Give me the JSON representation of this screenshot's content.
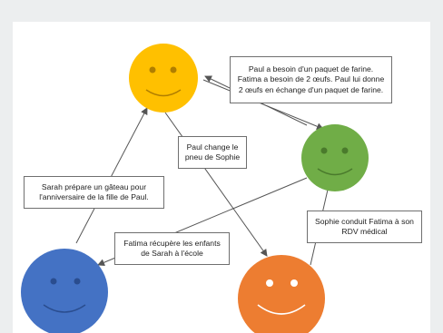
{
  "colors": {
    "background": "#eceeef",
    "canvas": "#ffffff",
    "sarah_face": "#4472c4",
    "paul_face": "#ffc000",
    "fatima_face": "#70ad47",
    "sophie_face": "#ed7d31",
    "arrow": "#555555",
    "box_border": "#6f6f6f"
  },
  "icons": {
    "blue": "smiley-face-icon",
    "yellow": "smiley-face-icon",
    "green": "smiley-face-icon",
    "orange": "smiley-face-icon"
  },
  "labels": {
    "sarah_paul": {
      "lines": [
        "Sarah prépare un gâteau pour",
        "l'anniversaire de la fille de Paul."
      ]
    },
    "paul_fatima": {
      "lines": [
        "Paul a besoin d'un paquet de farine.",
        "Fatima a besoin de 2 œufs. Paul lui donne",
        "2 œufs en échange d'un paquet de farine."
      ]
    },
    "paul_sophie": {
      "lines": [
        "Paul change le",
        "pneu de Sophie"
      ]
    },
    "fatima_sarah": {
      "lines": [
        "Fatima récupère les enfants",
        "de Sarah à l'école"
      ]
    },
    "sophie_fatima": {
      "lines": [
        "Sophie conduit Fatima à son",
        "RDV médical"
      ]
    }
  }
}
